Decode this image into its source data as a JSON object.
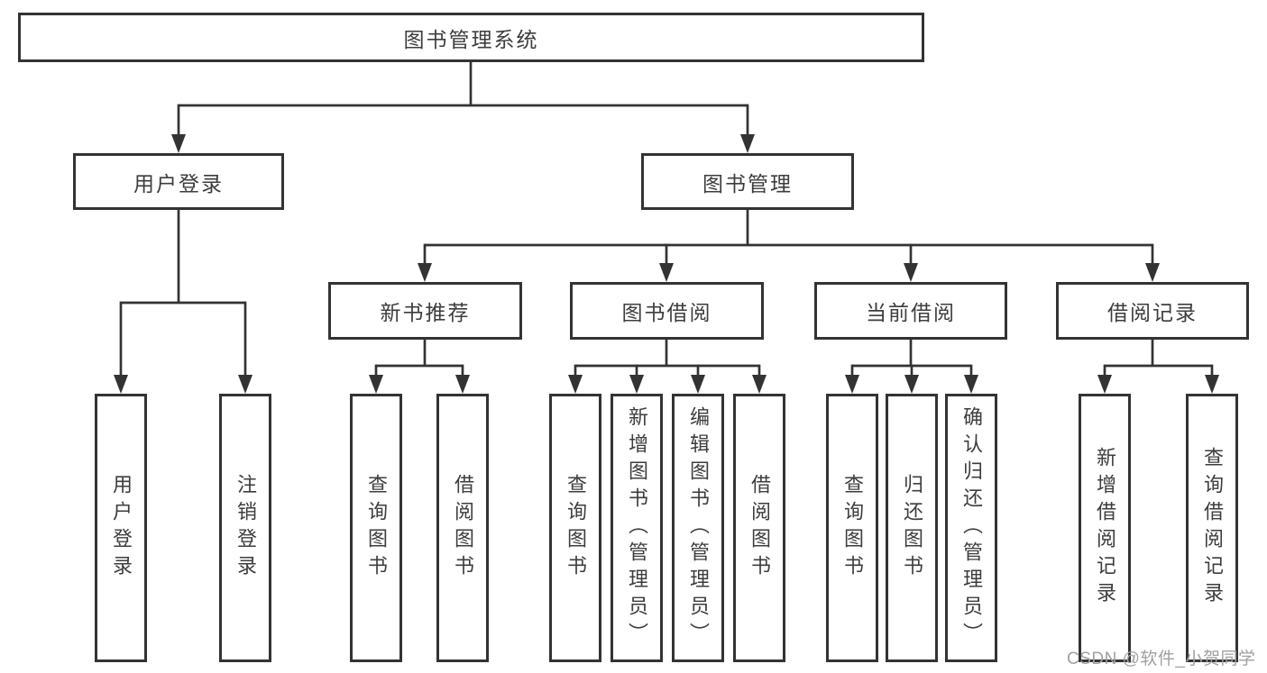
{
  "diagram": {
    "root": {
      "label": "图书管理系统"
    },
    "children": [
      {
        "label": "用户登录",
        "children": [
          {
            "label": "用户登录"
          },
          {
            "label": "注销登录"
          }
        ]
      },
      {
        "label": "图书管理",
        "children": [
          {
            "label": "新书推荐",
            "children": [
              {
                "label": "查询图书"
              },
              {
                "label": "借阅图书"
              }
            ]
          },
          {
            "label": "图书借阅",
            "children": [
              {
                "label": "查询图书"
              },
              {
                "label": "新增图书（管理员）"
              },
              {
                "label": "编辑图书（管理员）"
              },
              {
                "label": "借阅图书"
              }
            ]
          },
          {
            "label": "当前借阅",
            "children": [
              {
                "label": "查询图书"
              },
              {
                "label": "归还图书"
              },
              {
                "label": "确认归还（管理员）"
              }
            ]
          },
          {
            "label": "借阅记录",
            "children": [
              {
                "label": "新增借阅记录"
              },
              {
                "label": "查询借阅记录"
              }
            ]
          }
        ]
      }
    ]
  },
  "watermark": {
    "text": "CSDN @软件_小贺同学"
  },
  "colors": {
    "line": "#333333",
    "box_border": "#333333",
    "box_fill": "#ffffff",
    "text": "#3d3d3d",
    "watermark": "#a0a0a0",
    "background": "#ffffff"
  }
}
